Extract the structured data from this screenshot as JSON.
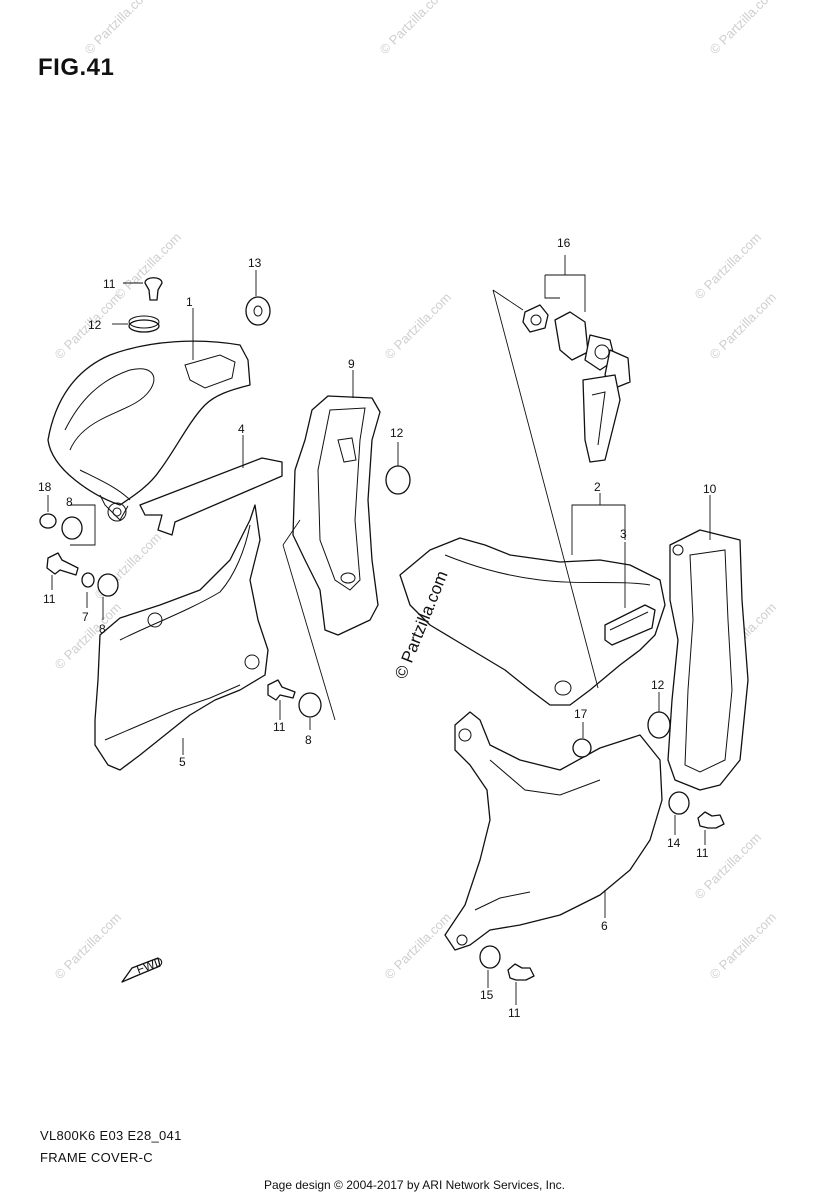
{
  "figure": {
    "title": "FIG.41",
    "model_code": "VL800K6 E03 E28_041",
    "diagram_name": "FRAME COVER-C"
  },
  "footer": "Page design © 2004-2017 by ARI Network Services, Inc.",
  "watermark": "© Partzilla.com",
  "fwd_label": "FWD",
  "callouts": [
    "1",
    "2",
    "3",
    "4",
    "5",
    "6",
    "7",
    "8",
    "8",
    "8",
    "9",
    "10",
    "11",
    "11",
    "11",
    "11",
    "11",
    "12",
    "12",
    "12",
    "13",
    "14",
    "15",
    "16",
    "17",
    "18"
  ]
}
